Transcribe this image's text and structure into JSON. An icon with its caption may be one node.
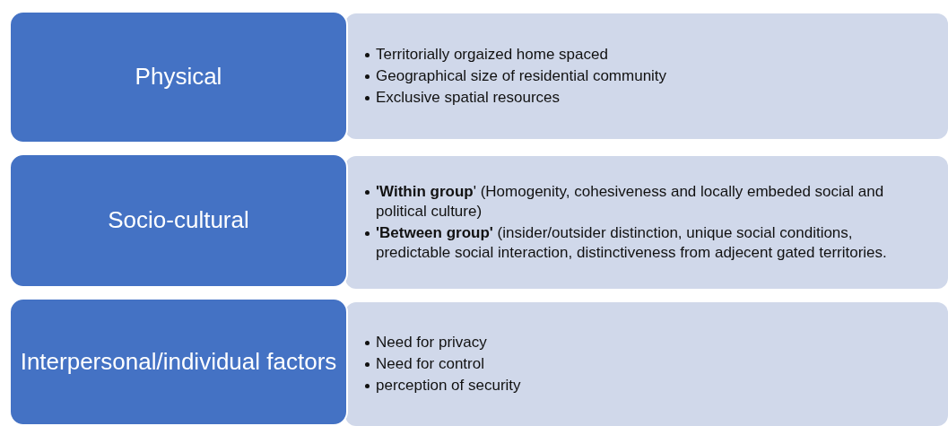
{
  "diagram": {
    "nodes": [
      {
        "text": [
          "Physical"
        ]
      },
      {
        "text": [
          "Territorially orgaized home spaced",
          "Geographical size of residential community",
          "Exclusive spatial resources"
        ]
      },
      {
        "text": [
          "Socio-cultural"
        ]
      },
      {
        "text": [
          "**'Within group**' (Homogenity, cohesiveness and locally embeded social and political culture)",
          "**'Between group'** (insider/outsider distinction, unique social conditions, predictable social interaction, distinctiveness from adjecent gated territories."
        ]
      },
      {
        "text": [
          "Interpersonal/individual factors"
        ]
      },
      {
        "text": [
          "Need for privacy",
          "Need for control",
          "perception of security"
        ]
      }
    ],
    "edges": []
  }
}
